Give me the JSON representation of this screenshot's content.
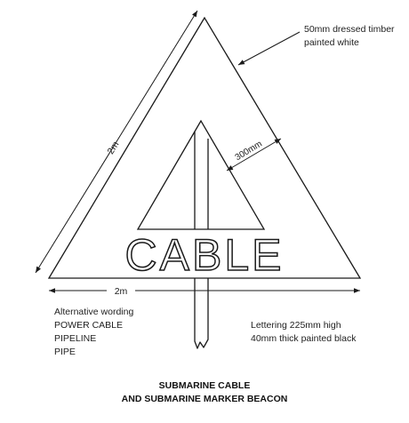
{
  "diagram": {
    "dimensions": {
      "side_length": "2m",
      "base_length": "2m",
      "inner_offset": "300mm"
    },
    "sign_lettering": "CABLE",
    "notes": {
      "timber": [
        "50mm dressed timber",
        "painted white"
      ],
      "alternative_wording": [
        "Alternative wording",
        "POWER CABLE",
        "PIPELINE",
        "PIPE"
      ],
      "lettering": [
        "Lettering 225mm high",
        "40mm thick painted black"
      ]
    },
    "caption": [
      "SUBMARINE CABLE",
      "AND SUBMARINE MARKER BEACON"
    ],
    "colors": {
      "ink": "#1a1a1a",
      "background": "#ffffff"
    }
  }
}
